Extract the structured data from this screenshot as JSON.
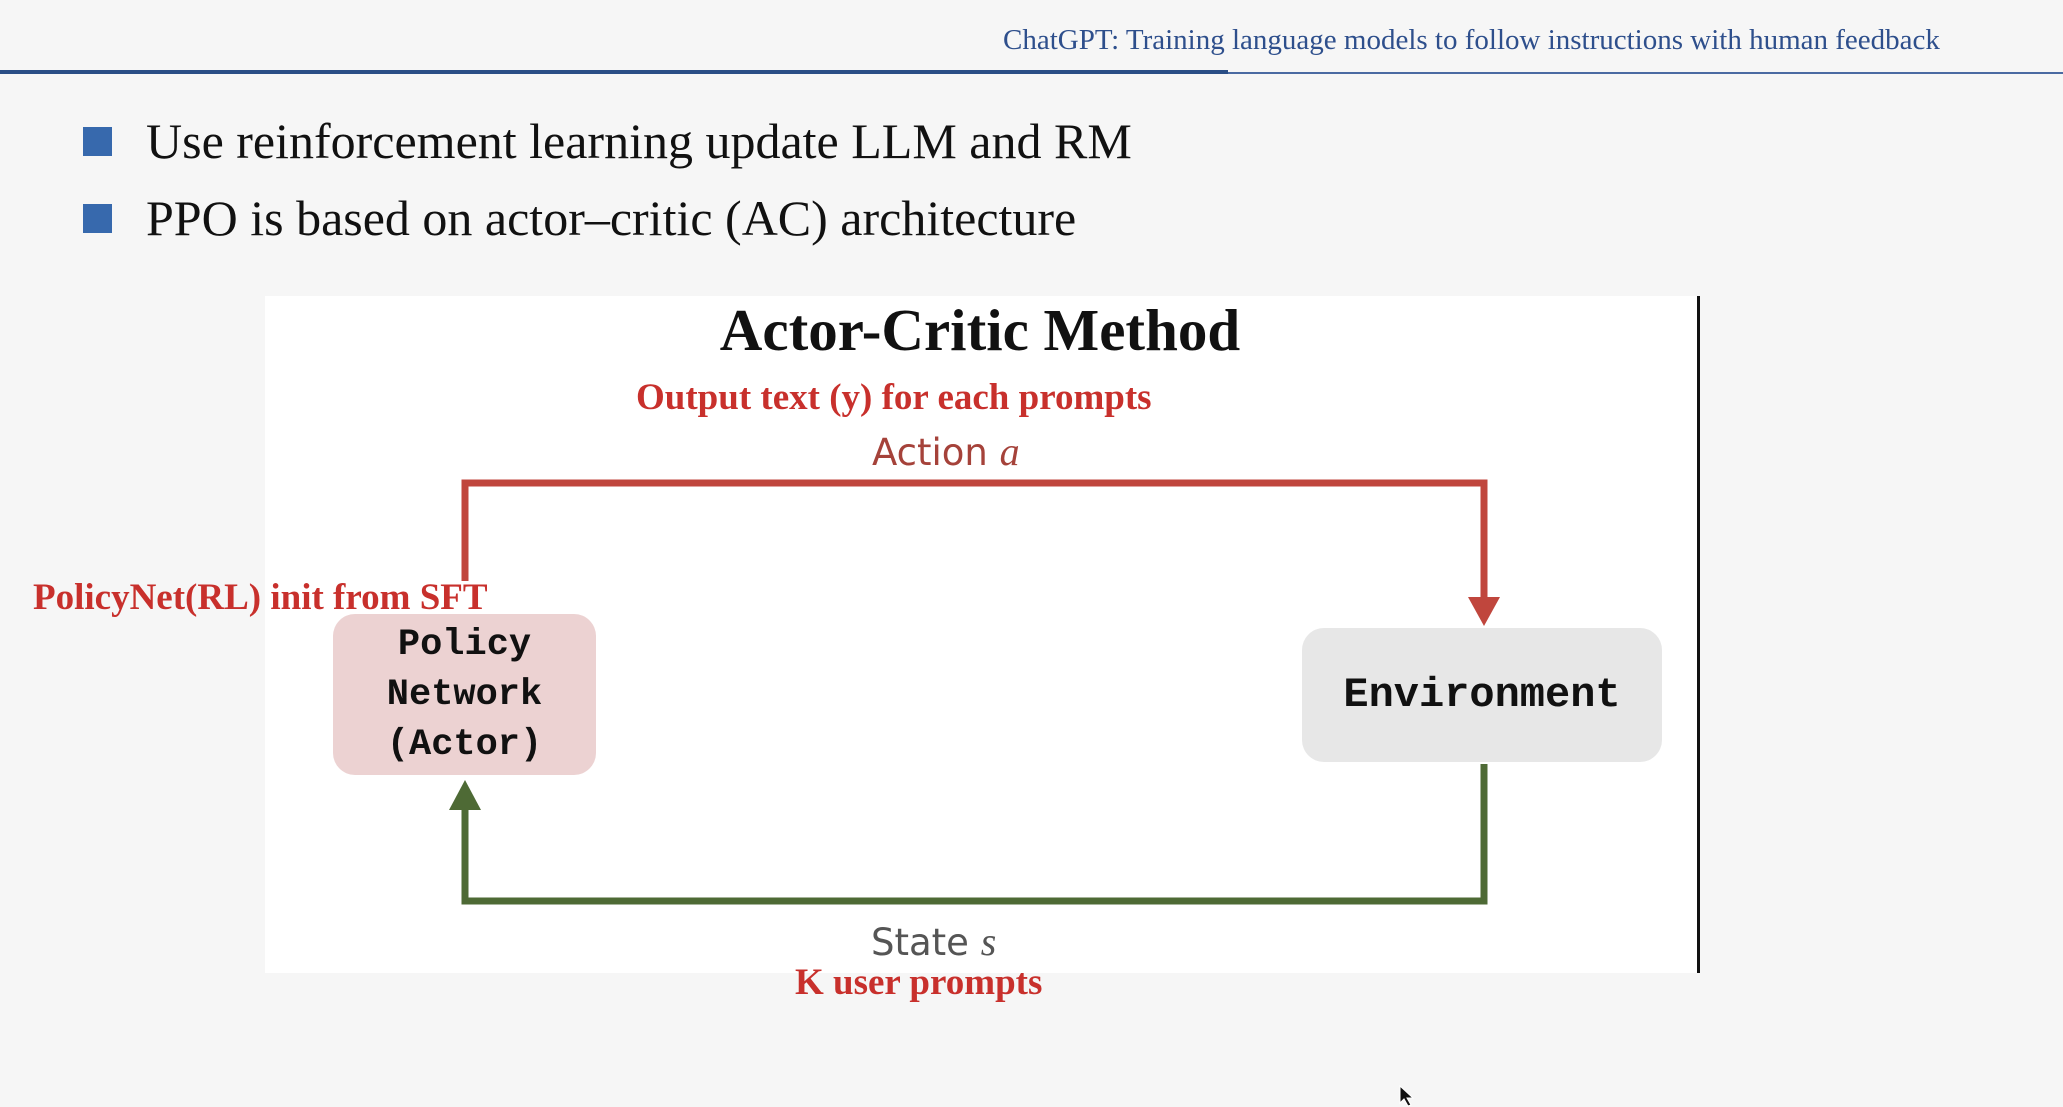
{
  "header": {
    "title": "ChatGPT: Training language models to follow instructions with human feedback"
  },
  "bullets": [
    "Use reinforcement learning update LLM and RM",
    "PPO is based on actor–critic (AC) architecture"
  ],
  "diagram": {
    "title": "Actor-Critic Method",
    "output_annotation": "Output text (y) for each prompts",
    "action_label": "Action",
    "action_symbol": "a",
    "policy_annotation": "PolicyNet(RL) init from SFT",
    "policy_box": {
      "line1": "Policy",
      "line2": "Network",
      "line3": "(Actor)"
    },
    "environment_box": "Environment",
    "state_label": "State",
    "state_symbol": "s",
    "prompts_annotation": "K user prompts"
  },
  "colors": {
    "accent_blue": "#2a4e86",
    "action_arrow": "#c0463d",
    "state_arrow": "#4e6a35",
    "annotation_red": "#c8302c",
    "policy_fill": "#ecd2d2",
    "environment_fill": "#e7e7e7"
  }
}
